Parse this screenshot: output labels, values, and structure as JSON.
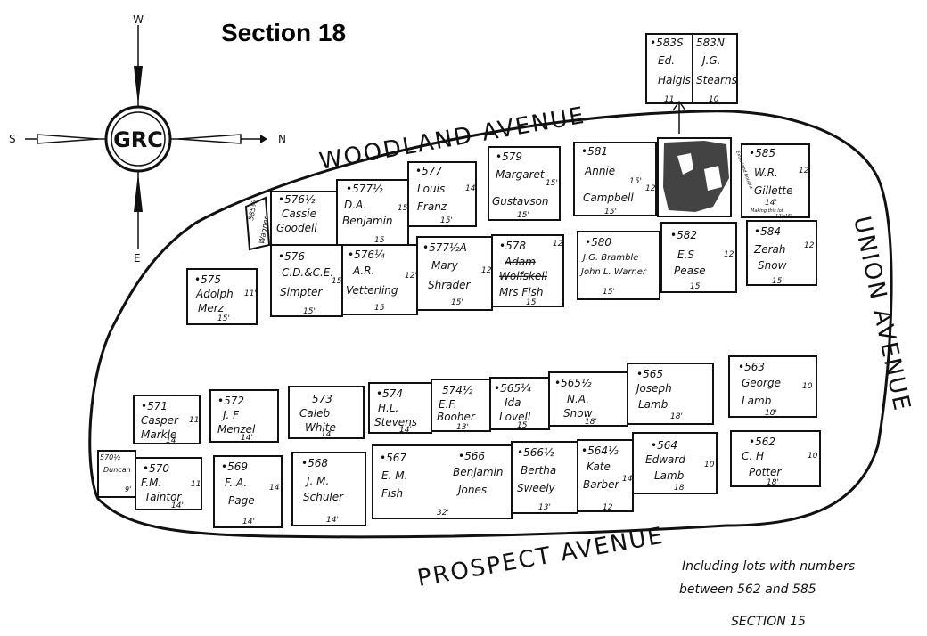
{
  "title": "Section 18",
  "compass": {
    "n": "N",
    "s": "S",
    "e": "E",
    "w": "W",
    "logo": "GRC"
  },
  "streets": {
    "woodland": "WOODLAND AVENUE",
    "union": "UNION AVENUE",
    "prospect": "PROSPECT AVENUE"
  },
  "caption": {
    "line1": "Including lots with numbers",
    "line2": "between 562 and 585",
    "line3": "SECTION 15"
  },
  "lots": {
    "l583": {
      "num_s": "•583S",
      "owner_s1": "Ed.",
      "owner_s2": "Haigis",
      "num_n": "583N",
      "owner_n1": "J.G.",
      "owner_n2": "Stearns",
      "dim_s": "11",
      "dim_n": "10"
    },
    "l585half": {
      "num": "585½",
      "owner": "Wagner"
    },
    "l576half": {
      "num": "•576½",
      "owner1": "Cassie",
      "owner2": "Goodell"
    },
    "l577half": {
      "num": "•577½",
      "owner1": "D.A.",
      "owner2": "Benjamin",
      "dim_r": "15",
      "dim_b": "15"
    },
    "l577": {
      "num": "•577",
      "owner1": "Louis",
      "owner2": "Franz",
      "dim_r": "14",
      "dim_b": "15'"
    },
    "l579": {
      "num": "•579",
      "owner1": "Margaret",
      "owner2": "Gustavson",
      "dim_r": "15'",
      "dim_b": "15'"
    },
    "l581": {
      "num": "•581",
      "owner1": "Annie",
      "owner2": "Campbell",
      "dim_r": "12",
      "dim_b": "15'",
      "dim_in": "15'"
    },
    "l585": {
      "num": "•585",
      "owner1": "W.R.",
      "owner2": "Gillette",
      "dim_r": "12",
      "dim_b": "14'",
      "note1": "Extra land bought",
      "note2": "Making this lot",
      "note3": "12'x15'"
    },
    "l576": {
      "num": "•576",
      "owner1": "C.D.&C.E.",
      "owner2": "Simpter",
      "dim_r": "15",
      "dim_b": "15'"
    },
    "l576quarter": {
      "num": "•576¼",
      "owner1": "A.R.",
      "owner2": "Vetterling",
      "dim_r": "12'",
      "dim_b": "15"
    },
    "l577a": {
      "num": "•577½A",
      "owner1": "Mary",
      "owner2": "Shrader",
      "dim_r": "12",
      "dim_b": "15'"
    },
    "l578": {
      "num": "•578",
      "owner1": "Adam",
      "owner2": "Wolfskeil",
      "owner3": "Mrs Fish",
      "dim_r": "12",
      "dim_b": "15"
    },
    "l580": {
      "num": "•580",
      "owner1": "J.G. Bramble",
      "owner2": "John L. Warner",
      "dim_b": "15'"
    },
    "l582": {
      "num": "•582",
      "owner1": "E.S",
      "owner2": "Pease",
      "dim_r": "12",
      "dim_b": "15"
    },
    "l584": {
      "num": "•584",
      "owner1": "Zerah",
      "owner2": "Snow",
      "dim_r": "12",
      "dim_b": "15'"
    },
    "l575": {
      "num": "•575",
      "owner1": "Adolph",
      "owner2": "Merz",
      "dim_r": "11'",
      "dim_b": "15'"
    },
    "l571": {
      "num": "•571",
      "owner1": "Casper",
      "owner2": "Markle",
      "dim_r": "11",
      "dim_b": "14"
    },
    "l572": {
      "num": "•572",
      "owner1": "J. F",
      "owner2": "Menzel",
      "dim_b": "14'"
    },
    "l573": {
      "num": "573",
      "owner1": "Caleb",
      "owner2": "White",
      "dim_b": "14'"
    },
    "l574": {
      "num": "•574",
      "owner1": "H.L.",
      "owner2": "Stevens",
      "dim_b": "14'"
    },
    "l574half": {
      "num": "574½",
      "owner1": "E.F.",
      "owner2": "Booher",
      "dim_b": "13'"
    },
    "l565quarter": {
      "num": "•565¼",
      "owner1": "Ida",
      "owner2": "Lovell",
      "dim_b": "15"
    },
    "l565half": {
      "num": "•565½",
      "owner1": "N.A.",
      "owner2": "Snow",
      "dim_b": "18'"
    },
    "l565": {
      "num": "•565",
      "owner1": "Joseph",
      "owner2": "Lamb",
      "dim_b": "18'"
    },
    "l563": {
      "num": "•563",
      "owner1": "George",
      "owner2": "Lamb",
      "dim_r": "10",
      "dim_b": "18'"
    },
    "l570half": {
      "num": "570½",
      "owner": "Duncan",
      "dim": "9'"
    },
    "l570": {
      "num": "•570",
      "owner1": "F.M.",
      "owner2": "Taintor",
      "dim_r": "11",
      "dim_b": "14'"
    },
    "l569": {
      "num": "•569",
      "owner1": "F. A.",
      "owner2": "Page",
      "dim_r": "14",
      "dim_b": "14'"
    },
    "l568": {
      "num": "•568",
      "owner1": "J. M.",
      "owner2": "Schuler",
      "dim_b": "14'"
    },
    "l567": {
      "num": "•567",
      "owner1": "E. M.",
      "owner2": "Fish",
      "dim_b": "32'"
    },
    "l566": {
      "num": "•566",
      "owner1": "Benjamin",
      "owner2": "Jones"
    },
    "l566half": {
      "num": "•566½",
      "owner1": "Bertha",
      "owner2": "Sweely",
      "dim_b": "13'"
    },
    "l564half": {
      "num": "•564½",
      "owner1": "Kate",
      "owner2": "Barber",
      "dim_r": "14",
      "dim_b": "12"
    },
    "l564": {
      "num": "•564",
      "owner1": "Edward",
      "owner2": "Lamb",
      "dim_r": "10",
      "dim_b": "18"
    },
    "l562": {
      "num": "•562",
      "owner1": "C. H",
      "owner2": "Potter",
      "dim_r": "10",
      "dim_b": "18'"
    }
  }
}
